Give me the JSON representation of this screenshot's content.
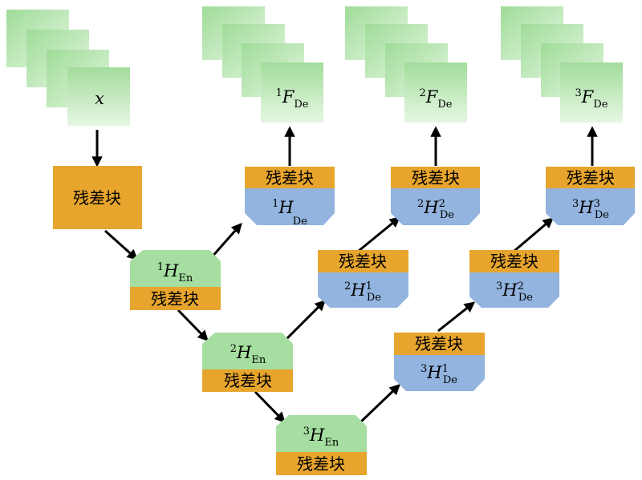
{
  "colors": {
    "orange": "#E7A52D",
    "blue": "#92B4DE",
    "green_light": "#E4F6E1",
    "green_dark": "#9FDC98",
    "enc_green": "#A5DEA0",
    "arrow": "#000000"
  },
  "residual_block_label": "残差块",
  "input": {
    "var": "x"
  },
  "encoders": [
    {
      "sup": "1",
      "var": "H",
      "sub": "En"
    },
    {
      "sup": "2",
      "var": "H",
      "sub": "En"
    },
    {
      "sup": "3",
      "var": "H",
      "sub": "En"
    }
  ],
  "decoders": [
    {
      "sup": "1",
      "var": "H",
      "sub": "De",
      "sup2": ""
    },
    {
      "sup": "2",
      "var": "H",
      "sub": "De",
      "sup2": "2"
    },
    {
      "sup": "3",
      "var": "H",
      "sub": "De",
      "sup2": "3"
    },
    {
      "sup": "2",
      "var": "H",
      "sub": "De",
      "sup2": "1"
    },
    {
      "sup": "3",
      "var": "H",
      "sub": "De",
      "sup2": "2"
    },
    {
      "sup": "3",
      "var": "H",
      "sub": "De",
      "sup2": "1"
    }
  ],
  "outputs": [
    {
      "sup": "1",
      "var": "F",
      "sub": "De"
    },
    {
      "sup": "2",
      "var": "F",
      "sub": "De"
    },
    {
      "sup": "3",
      "var": "F",
      "sub": "De"
    }
  ]
}
